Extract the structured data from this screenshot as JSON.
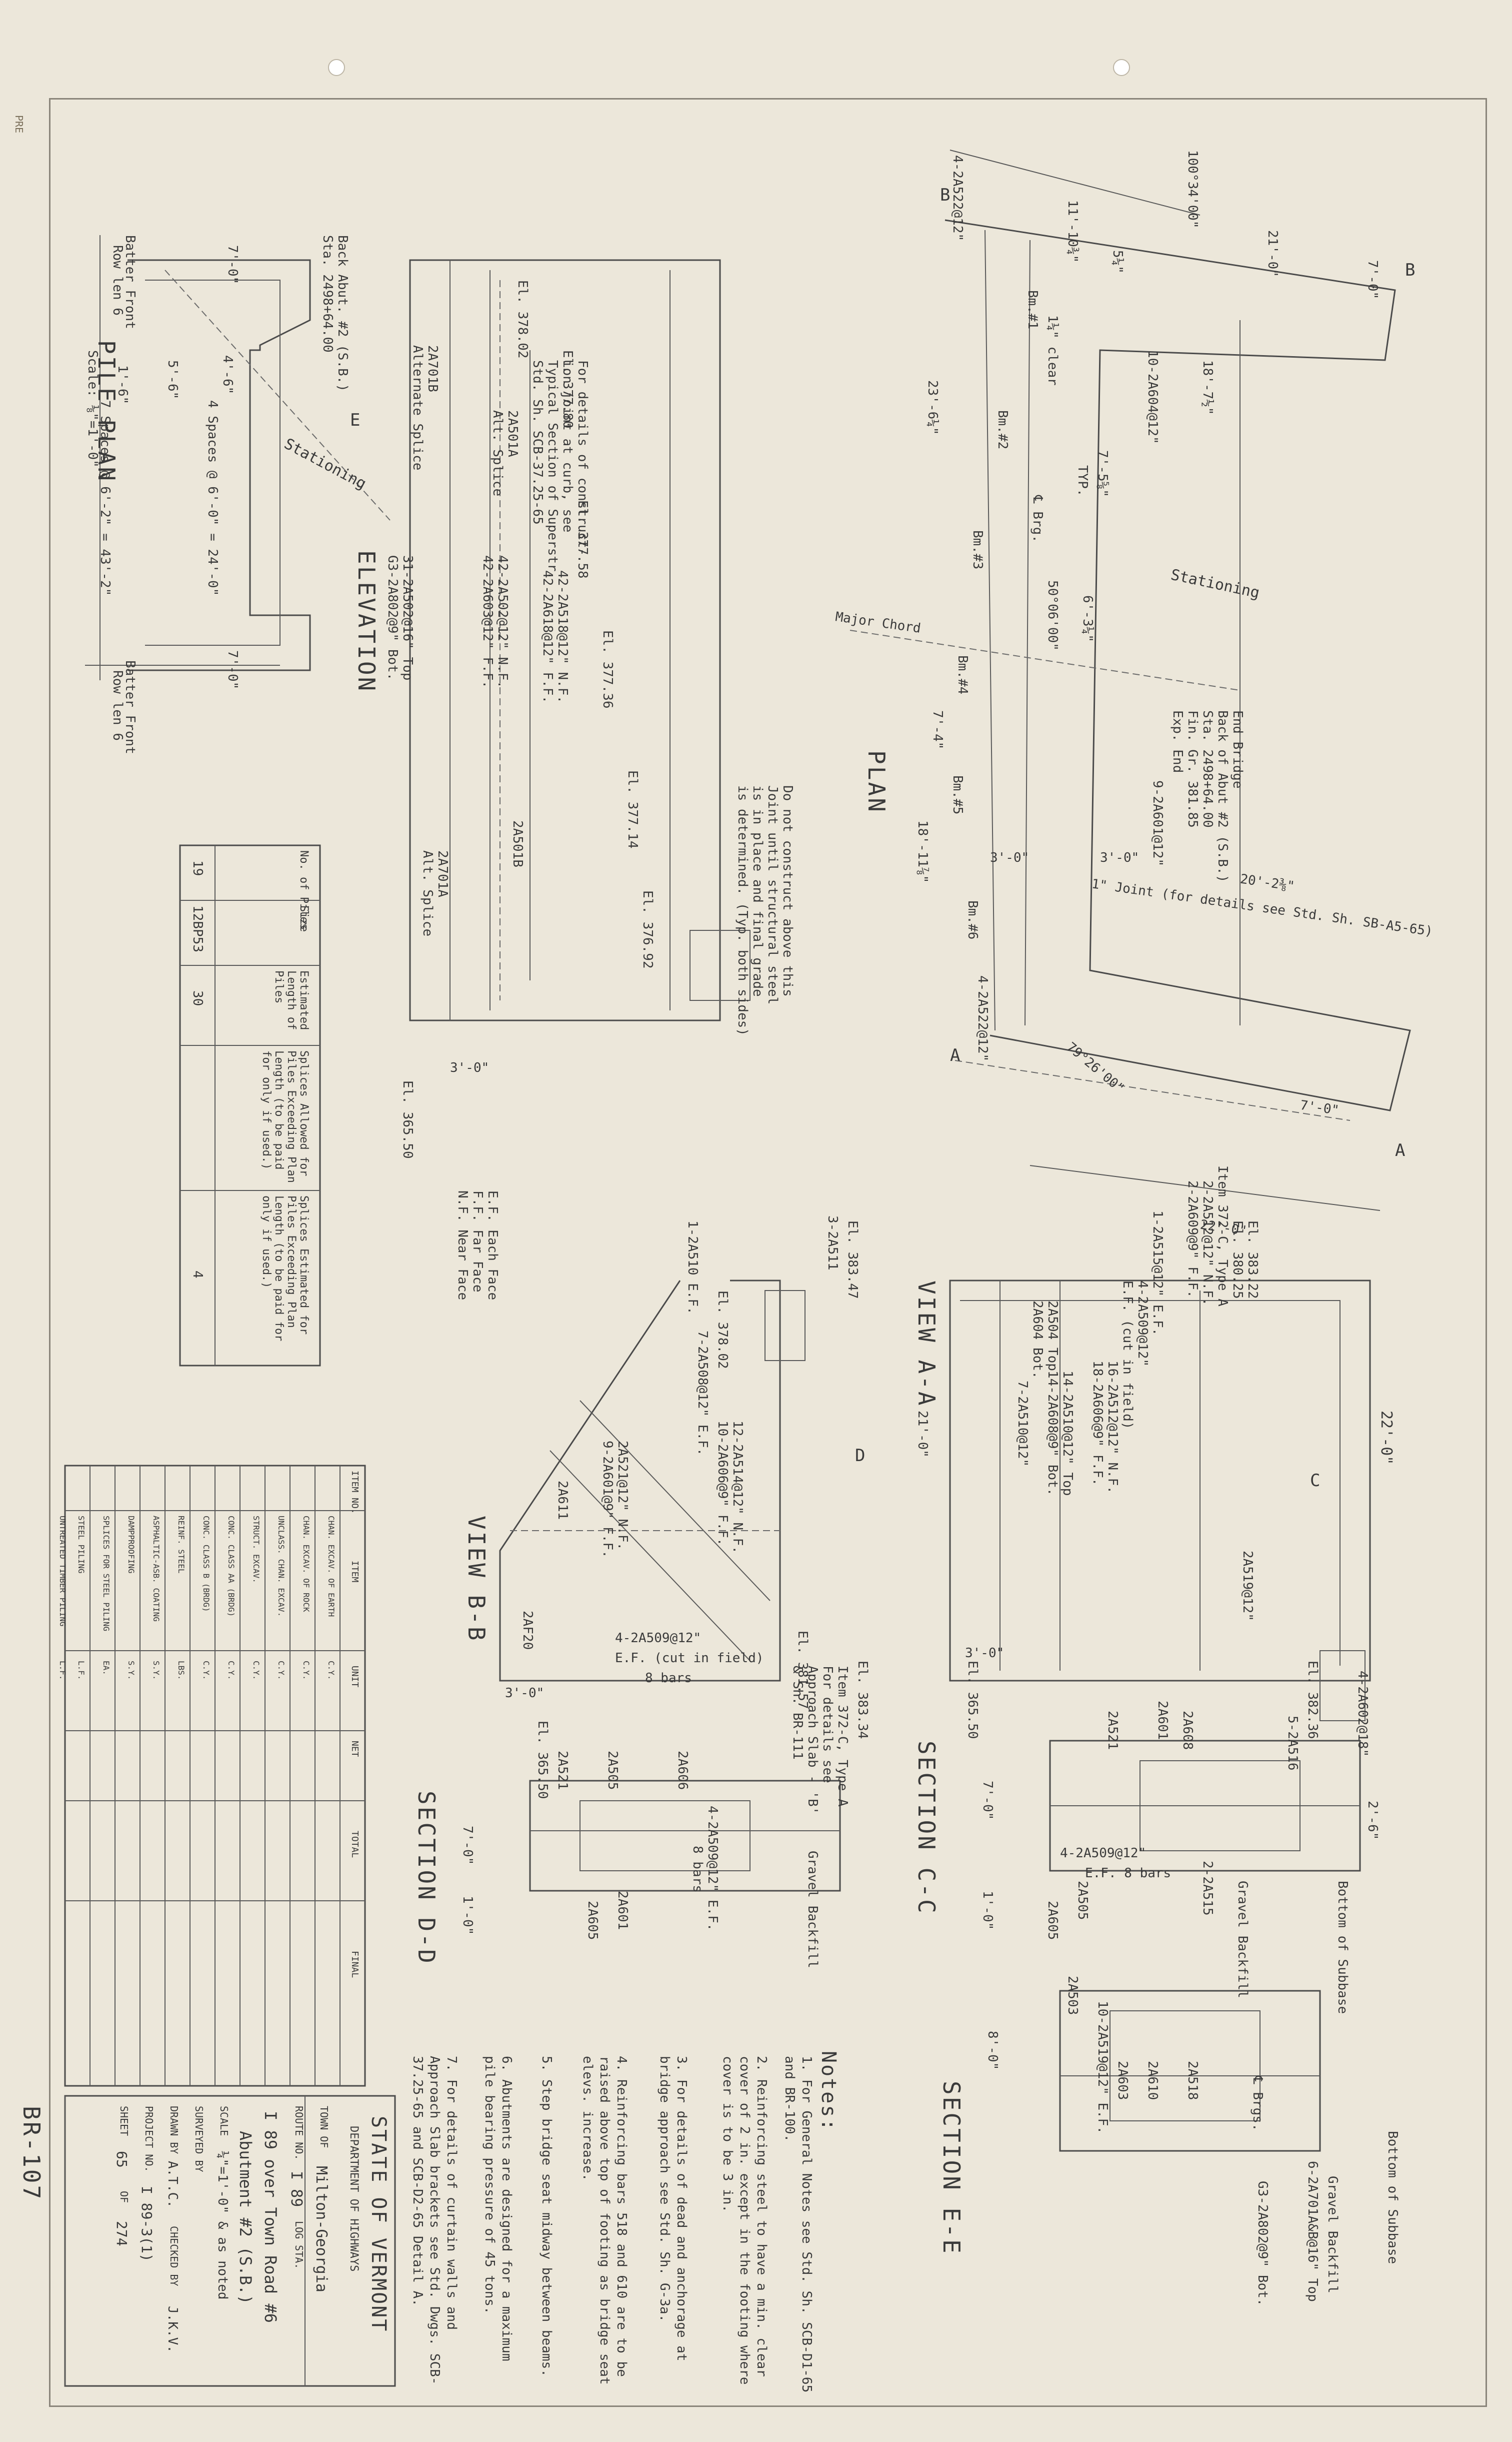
{
  "sheet": {
    "side_code": "BR-107",
    "corner_stamp": "PRE"
  },
  "plan": {
    "title": "PLAN",
    "labels": {
      "angle_top": "100°34'00\"",
      "dim_2ft_0": "21'-0\"",
      "dim_7ft_0_top": "7'-0\"",
      "dim_18ft_7": "18'-7½\"",
      "dim_11ft_10": "11'-10¾\"",
      "dim_5_25": "5¼\"",
      "rebar_top": "4-2A522@12\"",
      "rebar_mid": "10-2A604@12\"",
      "dim_23ft_6": "23'-6¼\"",
      "clear": "1¼\" clear",
      "bm1": "Bm.#1",
      "bm2": "Bm.#2",
      "bm3": "Bm.#3",
      "bm4": "Bm.#4",
      "bm5": "Bm.#5",
      "bm6": "Bm.#6",
      "cl_brg": "℄ Brg.",
      "typ": "TYP.",
      "dim_7ft_5": "7'-5⅝\"",
      "dim_6ft_3": "6'-3¼\"",
      "ang_50": "50°06'00\"",
      "stationing": "Stationing",
      "major_chord": "Major Chord",
      "end_bridge_1": "End Bridge",
      "end_bridge_2": "Back of Abut #2 (S.B.)",
      "end_bridge_3": "Sta. 2498+64.00",
      "end_bridge_4": "Fin. Gr. 381.85",
      "end_bridge_5": "Exp. End",
      "rebar_9": "9-2A601@12\"",
      "dim_7ft_4": "7'-4\"",
      "dim_18ft_11": "18'-11⅞\"",
      "dim_3ft_0a": "3'-0\"",
      "dim_3ft_0b": "3'-0\"",
      "dim_20ft_2": "20'-2⅜\"",
      "joint_note": "1\" Joint (for details see Std. Sh. SB-A5-65)",
      "angle_bot": "79°26'00\"",
      "dim_22ft_0": "22'-0\"",
      "dim_7ft_0_bot": "7'-0\"",
      "rebar_bot": "4-2A522@12\"",
      "section_a": "A",
      "section_b": "B",
      "note_1": "Do not construct above this",
      "note_2": "Joint until structural steel",
      "note_3": "is in place and final grade",
      "note_4": "is determined. (Typ. both sides)",
      "details_1": "For details of construct-",
      "details_2": "ion joint at curb, see",
      "details_3": "Typical Section of Superstr.",
      "details_4": "Std. Sh. SCB-37.25-65"
    }
  },
  "elevation": {
    "title": "ELEVATION",
    "labels": {
      "back_abut": "Back Abut. #2 (S.B.)",
      "sta": "Sta. 2498+64.00",
      "el_378": "El. 378.02",
      "el_377_80": "El. 377.80",
      "el_377_58": "El. 377.58",
      "el_377_36": "El. 377.36",
      "el_377_14": "El. 377.14",
      "el_376_92": "El. 376.92",
      "el_365_50": "El. 365.50",
      "rebar_a": "2A701B",
      "alt_splice": "Alternate Splice",
      "rebar_b": "2A501A",
      "alt_splice_b": "Alt. Splice",
      "rebar_c": "42-2A518@12\" N.F.",
      "rebar_d": "42-2A618@12\" F.F.",
      "rebar_e": "42-2A502@12\" N.F.",
      "rebar_f": "42-2A603@12\" F.F.",
      "rebar_g": "31-2A502@16\" Top",
      "rebar_h": "G3-2A802@9\" Bot.",
      "rebar_i": "2A501B",
      "rebar_j": "2A701A",
      "alt_splice_j": "Alt. Splice",
      "dim_3ft": "3'-0\"",
      "section_e": "E",
      "ef": "E.F. Each Face",
      "ff": "F.F. Far Face",
      "nf": "N.F. Near Face"
    }
  },
  "pile_plan": {
    "title": "PILE PLAN",
    "scale": "Scale: ⅛\"=1'-0\"",
    "labels": {
      "batter_front_top": "Batter Front",
      "row_len_top": "Row len 6",
      "batter_front_bot": "Batter Front",
      "row_len_bot": "Row len 6",
      "dim_7ft_0a": "7'-0\"",
      "dim_7ft_0b": "7'-0\"",
      "spaces_a": "7 Spaces @ 6'-2\" = 43'-2\"",
      "spaces_b": "4 Spaces @ 6'-0\" = 24'-0\"",
      "dim_5ft_6": "5'-6\"",
      "dim_4ft_6": "4'-6\"",
      "dim_1ft_6": "1'-6\"",
      "stationing": "Stationing"
    }
  },
  "pile_table": {
    "headers": [
      "No. of Piles",
      "Size",
      "Estimated Length of Piles",
      "Splices Allowed for Piles Exceeding Plan Length (to be paid for only if used.)",
      "Splices Estimated for Piles Exceeding Plan Length (to be paid for only if used.)"
    ],
    "row": [
      "19",
      "12BP53",
      "30",
      "",
      "4"
    ]
  },
  "quantity_table": {
    "headers": [
      "ITEM NO.",
      "ITEM",
      "UNIT",
      "NET",
      "TOTAL",
      "FINAL"
    ],
    "items": [
      {
        "item": "CHAN. EXCAV. OF EARTH",
        "unit": "C.Y."
      },
      {
        "item": "CHAN. EXCAV. OF ROCK",
        "unit": "C.Y."
      },
      {
        "item": "UNCLASS. CHAN. EXCAV.",
        "unit": "C.Y."
      },
      {
        "item": "STRUCT. EXCAV.",
        "unit": "C.Y."
      },
      {
        "item": "CONC. CLASS AA (BRDG)",
        "unit": "C.Y."
      },
      {
        "item": "CONC. CLASS B (BRDG)",
        "unit": "C.Y."
      },
      {
        "item": "REINF. STEEL",
        "unit": "LBS."
      },
      {
        "item": "ASPHALTIC-ASB. COATING",
        "unit": "S.Y."
      },
      {
        "item": "DAMPPROOFING",
        "unit": "S.Y."
      },
      {
        "item": "SPLICES FOR STEEL PILING",
        "unit": "EA."
      },
      {
        "item": "STEEL PILING",
        "unit": "L.F."
      },
      {
        "item": "UNTREATED TIMBER PILING",
        "unit": "L.F."
      }
    ]
  },
  "title_block": {
    "agency": "STATE OF VERMONT",
    "dept": "DEPARTMENT OF HIGHWAYS",
    "town_label": "TOWN OF",
    "town": "Milton-Georgia",
    "route_label": "ROUTE NO.",
    "route": "I 89",
    "log_sta": "LOG STA.",
    "desc_1": "I 89 over Town Road #6",
    "desc_2": "Abutment #2 (S.B.)",
    "scale_label": "SCALE",
    "scale": "¼\"=1'-0\" & as noted",
    "surveyed": "SURVEYED BY",
    "drawn": "DRAWN BY",
    "drawn_by": "A.T.C.",
    "checked": "CHECKED BY",
    "checked_by": "J.K.V.",
    "project_label": "PROJECT NO.",
    "project": "I 89-3(1)",
    "sheet_label": "SHEET",
    "sheet": "65",
    "of": "OF",
    "total": "274"
  },
  "notes": {
    "title": "Notes:",
    "items": [
      "1. For General Notes see Std. Sh. SCB-D1-65 and BR-100.",
      "2. Reinforcing steel to have a min. clear cover of 2 in. except in the footing where cover is to be 3 in.",
      "3. For details of dead and anchorage at bridge approach see Std. Sh. G-3a.",
      "4. Reinforcing bars 518 and 610 are to be raised above top of footing as bridge seat elevs. increase.",
      "5. Step bridge seat midway between beams.",
      "6. Abutments are designed for a maximum pile bearing pressure of 45 tons.",
      "7. For details of curtain walls and Approach Slab brackets see Std. Dwgs. SCB-37.25-65 and SCB-D2-65 Detail A."
    ]
  },
  "view_a": {
    "title": "VIEW A-A",
    "labels": {
      "el_383_22": "El. 383.22",
      "el_380_25": "El. 380.25",
      "item": "Item 372-C, Type A",
      "rebar1": "2-2A512@12\" N.F.",
      "rebar2": "2-2A609@9\" F.F.",
      "rebar3": "4-2A509@12\"",
      "ef_cut": "E.F. (cut in field)",
      "rebar4": "1-2A515@12\" E.F.",
      "rebar5": "2A504 Top",
      "rebar6": "2A604 Bot.",
      "rebar7": "16-2A512@12\" N.F.",
      "rebar8": "18-2A606@9\" F.F.",
      "rebar9": "14-2A510@12\" Top",
      "rebar10": "14-2A608@9\" Bot.",
      "rebar11": "7-2A510@12\"",
      "dim_22": "22'-0\"",
      "dim_3": "3'-0\"",
      "el_365": "El. 365.50",
      "rebar12": "2A519@12\"",
      "section_c": "C"
    }
  },
  "view_b": {
    "title": "VIEW B-B",
    "labels": {
      "el_383_47": "El. 383.47",
      "rebar1": "3-2A511",
      "rebar2": "1-2A510 E.F.",
      "el_378": "El. 378.02",
      "rebar3": "7-2A508@12\" E.F.",
      "rebar4": "12-2A514@12\" N.F.",
      "rebar5": "10-2A606@9\" F.F.",
      "rebar6": "2A521@12\" N.F.",
      "rebar7": "9-2A601@9\" F.F.",
      "dim_21": "21'-0\"",
      "rebar8": "2A611",
      "rebar9": "2AF20",
      "rebar10": "4-2A509@12\"",
      "ef_cut": "E.F. (cut in field)",
      "bars8": "8 bars",
      "el_381": "El. 381.57",
      "el_383_34": "El. 383.34",
      "dim_3": "3'-0\"",
      "el_365": "El. 365.50",
      "section_d": "D"
    }
  },
  "section_c": {
    "title": "SECTION C-C",
    "labels": {
      "el_382": "El. 382.36",
      "rebar1": "4-2A602@18\"",
      "rebar2": "5-2A516",
      "dim_2": "2'-6\"",
      "rebar3": "2A601",
      "rebar4": "2A521",
      "rebar5": "2A608",
      "rebar6": "4-2A509@12\"",
      "ef": "E.F. 8 bars",
      "rebar7": "2-2A515",
      "gravel": "Gravel Backfill",
      "sub": "Bottom of Subbase",
      "dim_7": "7'-0\"",
      "dim_1": "1'-0\"",
      "rebar8": "2A505",
      "rebar9": "2A605"
    }
  },
  "section_d": {
    "title": "SECTION D-D",
    "labels": {
      "rebar1": "2A521",
      "rebar2": "2A505",
      "rebar3": "2A606",
      "rebar4": "2A601",
      "rebar5": "2A605",
      "rebar6": "4-2A509@12\" E.F.",
      "bars": "8 bars",
      "gravel": "Gravel Backfill",
      "dim_7": "7'-0\"",
      "dim_1": "1'-0\"",
      "item": "Item 372-C, Type A",
      "details": "For details see Approach Slab - 'B' & Sh. BR-111"
    }
  },
  "section_e": {
    "title": "SECTION E-E",
    "labels": {
      "rebar1": "10-2A519@12\" E.F.",
      "rebar2": "2A503",
      "rebar3": "2A610",
      "rebar4": "2A518",
      "rebar5": "2A603",
      "rebar6": "6-2A701A&B@16\" Top",
      "rebar7": "G3-2A802@9\" Bot.",
      "brg": "℄ Brgs.",
      "sub": "Bottom of Subbase",
      "gravel": "Gravel Backfill",
      "dim_8": "8'-0\""
    }
  }
}
